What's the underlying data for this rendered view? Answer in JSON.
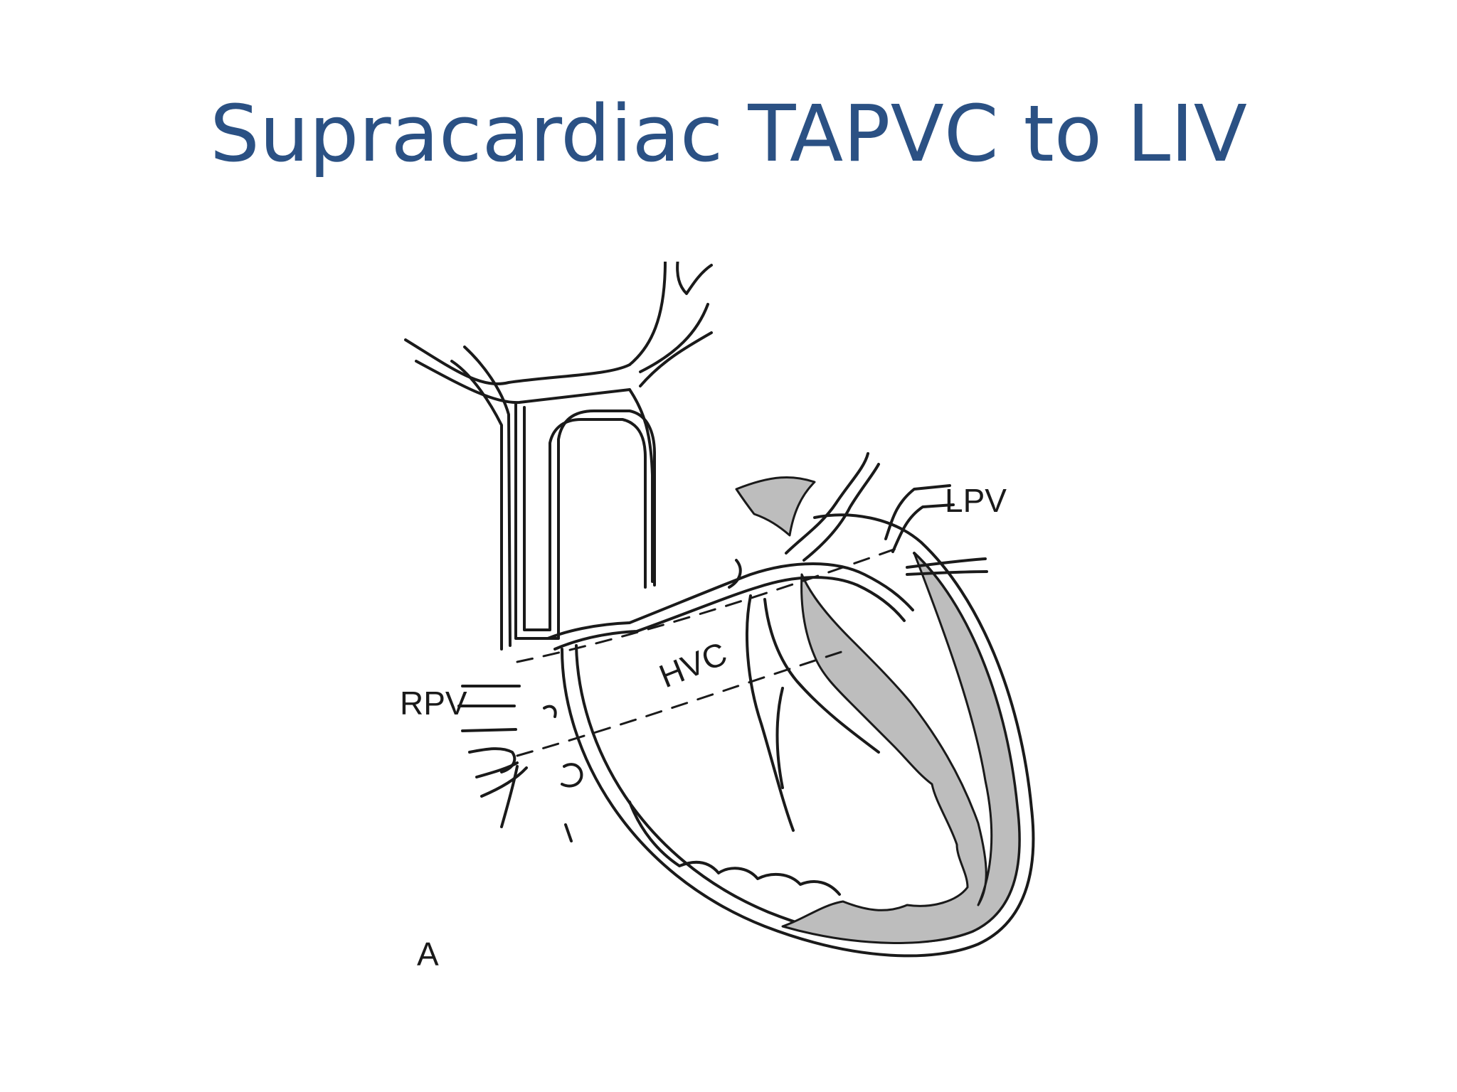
{
  "slide": {
    "title": "Supracardiac TAPVC to LIV"
  },
  "figure": {
    "labels": {
      "lpv": "LPV",
      "hvc": "HVC",
      "rpv": "RPV",
      "panel": "A"
    },
    "colors": {
      "stroke": "#1a1a1a",
      "myocardium": "#bdbdbd",
      "background": "#ffffff"
    }
  }
}
